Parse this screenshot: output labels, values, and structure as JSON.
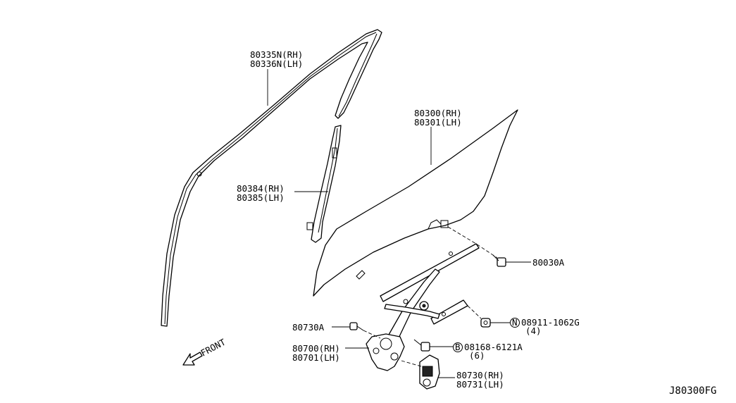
{
  "diagram_code": "J80300FG",
  "parts": {
    "molding": {
      "rh": "80335N(RH)",
      "lh": "80336N(LH)"
    },
    "sash": {
      "rh": "80384(RH)",
      "lh": "80385(LH)"
    },
    "glass": {
      "rh": "80300(RH)",
      "lh": "80301(LH)"
    },
    "regulator": {
      "rh": "80700(RH)",
      "lh": "80701(LH)"
    },
    "motor": {
      "rh": "80730(RH)",
      "lh": "80731(LH)"
    }
  },
  "fasteners": {
    "glass_bolt": "80030A",
    "motor_bolt": "80730A",
    "nut": {
      "marker": "N",
      "number": "08911-1062G",
      "qty": "(4)"
    },
    "bolt": {
      "marker": "B",
      "number": "08168-6121A",
      "qty": "(6)"
    }
  },
  "front_label": "FRONT"
}
